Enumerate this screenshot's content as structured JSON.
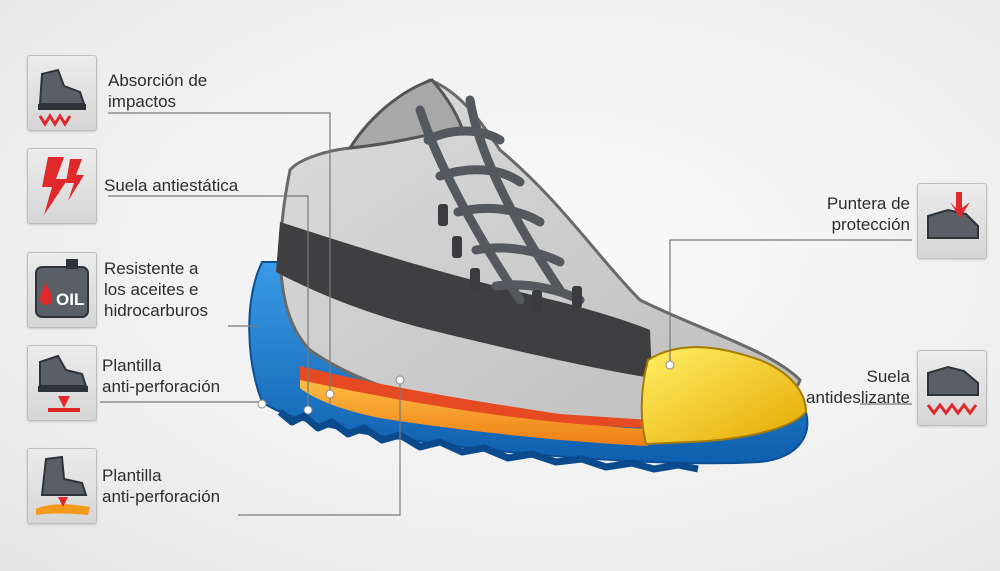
{
  "features": [
    {
      "id": "shock",
      "label": "Absorción de\nimpactos",
      "icon": "shock-absorption-icon"
    },
    {
      "id": "antistatic",
      "label": "Suela antiestática",
      "icon": "lightning-bolt-icon"
    },
    {
      "id": "oil",
      "label": "Resistente a\nlos aceites e\nhidrocarburos",
      "icon": "oil-can-icon",
      "icon_text": "OIL"
    },
    {
      "id": "plate1",
      "label": "Plantilla\nanti-perforación",
      "icon": "puncture-plate-icon"
    },
    {
      "id": "plate2",
      "label": "Plantilla\nanti-perforación",
      "icon": "anti-perforation-insole-icon"
    },
    {
      "id": "toecap",
      "label": "Puntera de\nprotección",
      "icon": "toe-cap-icon"
    },
    {
      "id": "antislip",
      "label": "Suela\nantideslizante",
      "icon": "non-slip-sole-icon"
    }
  ],
  "colors": {
    "sole_blue": "#1c78c9",
    "midsole_orange": "#f39a1b",
    "toe_cap_yellow": "#f2c81c",
    "upper_grey": "#c9c9c9",
    "band_dark": "#3f3f42",
    "icon_red": "#e0282a"
  }
}
